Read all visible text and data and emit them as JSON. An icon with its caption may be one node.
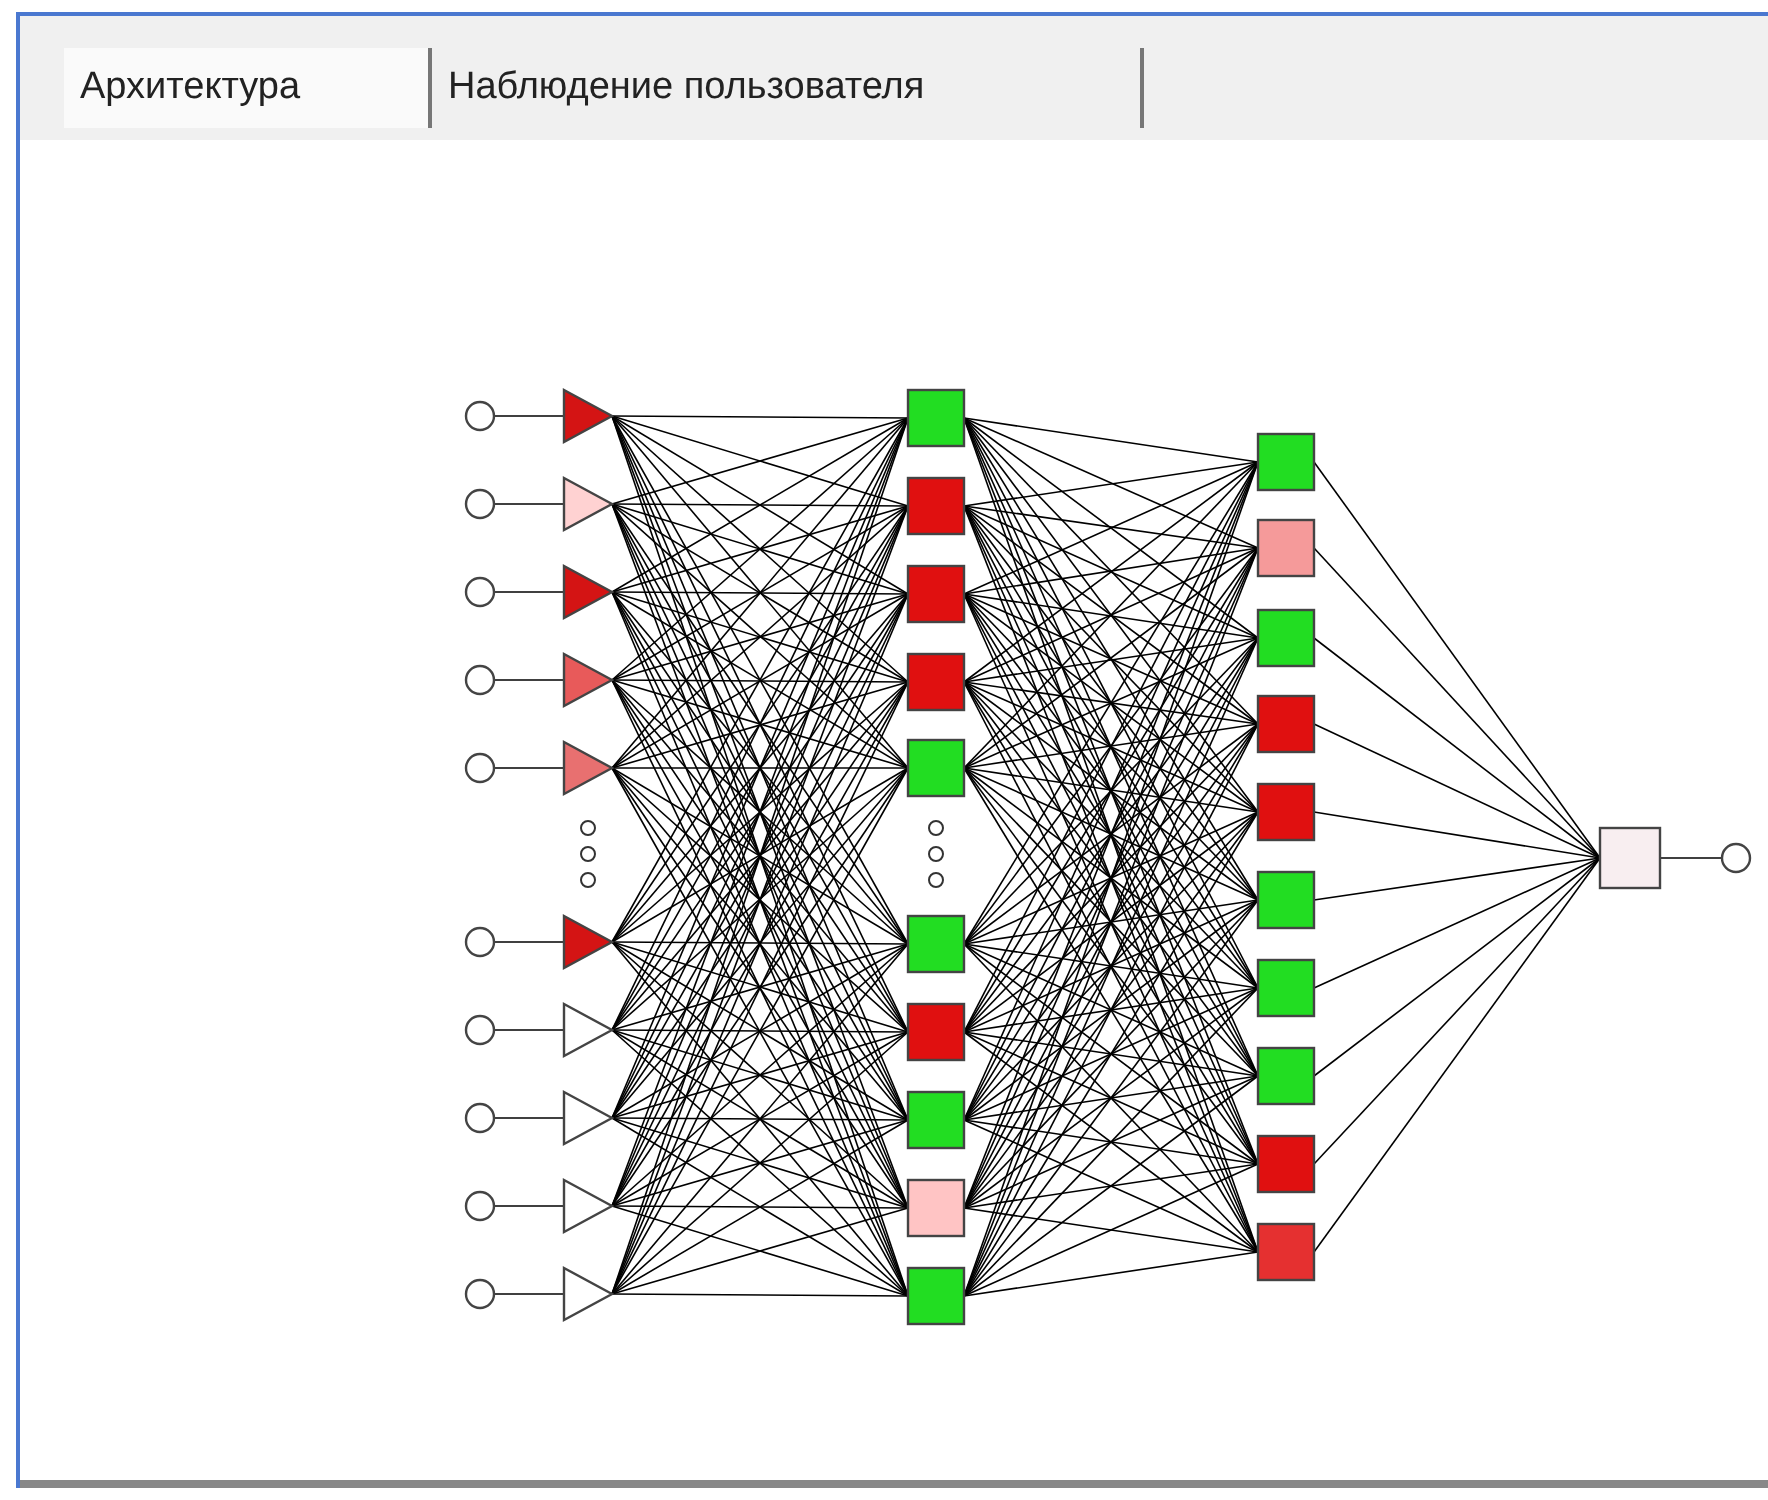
{
  "diagram": {
    "nodes": [
      {
        "text": [],
        "shape": "circle"
      },
      {
        "text": [],
        "shape": "circle"
      },
      {
        "text": [],
        "shape": "circle"
      },
      {
        "text": [],
        "shape": "circle"
      },
      {
        "text": [],
        "shape": "circle"
      },
      {
        "text": [],
        "shape": "circle"
      },
      {
        "text": [],
        "shape": "circle"
      },
      {
        "text": [],
        "shape": "circle"
      },
      {
        "text": [],
        "shape": "circle"
      },
      {
        "text": [],
        "shape": "circle"
      },
      {
        "text": [],
        "shape": "triangle"
      },
      {
        "text": [],
        "shape": "triangle"
      },
      {
        "text": [],
        "shape": "triangle"
      },
      {
        "text": [],
        "shape": "triangle"
      },
      {
        "text": [],
        "shape": "triangle"
      },
      {
        "text": [],
        "shape": "triangle"
      },
      {
        "text": [],
        "shape": "triangle"
      },
      {
        "text": [],
        "shape": "triangle"
      },
      {
        "text": [],
        "shape": "triangle"
      },
      {
        "text": [],
        "shape": "triangle"
      },
      {
        "text": [],
        "shape": "box"
      },
      {
        "text": [],
        "shape": "box"
      },
      {
        "text": [],
        "shape": "box"
      },
      {
        "text": [],
        "shape": "box"
      },
      {
        "text": [],
        "shape": "box"
      },
      {
        "text": [],
        "shape": "box"
      },
      {
        "text": [],
        "shape": "box"
      },
      {
        "text": [],
        "shape": "box"
      },
      {
        "text": [],
        "shape": "box"
      },
      {
        "text": [],
        "shape": "box"
      },
      {
        "text": [],
        "shape": "box"
      },
      {
        "text": [],
        "shape": "box"
      },
      {
        "text": [],
        "shape": "box"
      },
      {
        "text": [],
        "shape": "box"
      },
      {
        "text": [],
        "shape": "box"
      },
      {
        "text": [],
        "shape": "box"
      },
      {
        "text": [],
        "shape": "box"
      },
      {
        "text": [],
        "shape": "box"
      },
      {
        "text": [],
        "shape": "box"
      },
      {
        "text": [],
        "shape": "box"
      },
      {
        "text": [],
        "shape": "box"
      },
      {
        "text": [],
        "shape": "circle"
      }
    ],
    "edges": [
      {
        "from": 0,
        "to": 10,
        "arrow": "none"
      },
      {
        "from": 1,
        "to": 11,
        "arrow": "none"
      },
      {
        "from": 2,
        "to": 12,
        "arrow": "none"
      },
      {
        "from": 3,
        "to": 13,
        "arrow": "none"
      },
      {
        "from": 4,
        "to": 14,
        "arrow": "none"
      },
      {
        "from": 5,
        "to": 15,
        "arrow": "none"
      },
      {
        "from": 6,
        "to": 16,
        "arrow": "none"
      },
      {
        "from": 7,
        "to": 17,
        "arrow": "none"
      },
      {
        "from": 8,
        "to": 18,
        "arrow": "none"
      },
      {
        "from": 9,
        "to": 19,
        "arrow": "none"
      },
      {
        "from": 10,
        "to": 20,
        "arrow": "none"
      },
      {
        "from": 10,
        "to": 21,
        "arrow": "none"
      },
      {
        "from": 10,
        "to": 22,
        "arrow": "none"
      },
      {
        "from": 10,
        "to": 23,
        "arrow": "none"
      },
      {
        "from": 10,
        "to": 24,
        "arrow": "none"
      },
      {
        "from": 10,
        "to": 25,
        "arrow": "none"
      },
      {
        "from": 10,
        "to": 26,
        "arrow": "none"
      },
      {
        "from": 10,
        "to": 27,
        "arrow": "none"
      },
      {
        "from": 10,
        "to": 28,
        "arrow": "none"
      },
      {
        "from": 10,
        "to": 29,
        "arrow": "none"
      },
      {
        "from": 11,
        "to": 20,
        "arrow": "none"
      },
      {
        "from": 11,
        "to": 21,
        "arrow": "none"
      },
      {
        "from": 11,
        "to": 22,
        "arrow": "none"
      },
      {
        "from": 11,
        "to": 23,
        "arrow": "none"
      },
      {
        "from": 11,
        "to": 24,
        "arrow": "none"
      },
      {
        "from": 11,
        "to": 25,
        "arrow": "none"
      },
      {
        "from": 11,
        "to": 26,
        "arrow": "none"
      },
      {
        "from": 11,
        "to": 27,
        "arrow": "none"
      },
      {
        "from": 11,
        "to": 28,
        "arrow": "none"
      },
      {
        "from": 11,
        "to": 29,
        "arrow": "none"
      },
      {
        "from": 12,
        "to": 20,
        "arrow": "none"
      },
      {
        "from": 12,
        "to": 21,
        "arrow": "none"
      },
      {
        "from": 12,
        "to": 22,
        "arrow": "none"
      },
      {
        "from": 12,
        "to": 23,
        "arrow": "none"
      },
      {
        "from": 12,
        "to": 24,
        "arrow": "none"
      },
      {
        "from": 12,
        "to": 25,
        "arrow": "none"
      },
      {
        "from": 12,
        "to": 26,
        "arrow": "none"
      },
      {
        "from": 12,
        "to": 27,
        "arrow": "none"
      },
      {
        "from": 12,
        "to": 28,
        "arrow": "none"
      },
      {
        "from": 12,
        "to": 29,
        "arrow": "none"
      },
      {
        "from": 13,
        "to": 20,
        "arrow": "none"
      },
      {
        "from": 13,
        "to": 21,
        "arrow": "none"
      },
      {
        "from": 13,
        "to": 22,
        "arrow": "none"
      },
      {
        "from": 13,
        "to": 23,
        "arrow": "none"
      },
      {
        "from": 13,
        "to": 24,
        "arrow": "none"
      },
      {
        "from": 13,
        "to": 25,
        "arrow": "none"
      },
      {
        "from": 13,
        "to": 26,
        "arrow": "none"
      },
      {
        "from": 13,
        "to": 27,
        "arrow": "none"
      },
      {
        "from": 13,
        "to": 28,
        "arrow": "none"
      },
      {
        "from": 13,
        "to": 29,
        "arrow": "none"
      },
      {
        "from": 14,
        "to": 20,
        "arrow": "none"
      },
      {
        "from": 14,
        "to": 21,
        "arrow": "none"
      },
      {
        "from": 14,
        "to": 22,
        "arrow": "none"
      },
      {
        "from": 14,
        "to": 23,
        "arrow": "none"
      },
      {
        "from": 14,
        "to": 24,
        "arrow": "none"
      },
      {
        "from": 14,
        "to": 25,
        "arrow": "none"
      },
      {
        "from": 14,
        "to": 26,
        "arrow": "none"
      },
      {
        "from": 14,
        "to": 27,
        "arrow": "none"
      },
      {
        "from": 14,
        "to": 28,
        "arrow": "none"
      },
      {
        "from": 14,
        "to": 29,
        "arrow": "none"
      },
      {
        "from": 15,
        "to": 20,
        "arrow": "none"
      },
      {
        "from": 15,
        "to": 21,
        "arrow": "none"
      },
      {
        "from": 15,
        "to": 22,
        "arrow": "none"
      },
      {
        "from": 15,
        "to": 23,
        "arrow": "none"
      },
      {
        "from": 15,
        "to": 24,
        "arrow": "none"
      },
      {
        "from": 15,
        "to": 25,
        "arrow": "none"
      },
      {
        "from": 15,
        "to": 26,
        "arrow": "none"
      },
      {
        "from": 15,
        "to": 27,
        "arrow": "none"
      },
      {
        "from": 15,
        "to": 28,
        "arrow": "none"
      },
      {
        "from": 15,
        "to": 29,
        "arrow": "none"
      },
      {
        "from": 16,
        "to": 20,
        "arrow": "none"
      },
      {
        "from": 16,
        "to": 21,
        "arrow": "none"
      },
      {
        "from": 16,
        "to": 22,
        "arrow": "none"
      },
      {
        "from": 16,
        "to": 23,
        "arrow": "none"
      },
      {
        "from": 16,
        "to": 24,
        "arrow": "none"
      },
      {
        "from": 16,
        "to": 25,
        "arrow": "none"
      },
      {
        "from": 16,
        "to": 26,
        "arrow": "none"
      },
      {
        "from": 16,
        "to": 27,
        "arrow": "none"
      },
      {
        "from": 16,
        "to": 28,
        "arrow": "none"
      },
      {
        "from": 16,
        "to": 29,
        "arrow": "none"
      },
      {
        "from": 17,
        "to": 20,
        "arrow": "none"
      },
      {
        "from": 17,
        "to": 21,
        "arrow": "none"
      },
      {
        "from": 17,
        "to": 22,
        "arrow": "none"
      },
      {
        "from": 17,
        "to": 23,
        "arrow": "none"
      },
      {
        "from": 17,
        "to": 24,
        "arrow": "none"
      },
      {
        "from": 17,
        "to": 25,
        "arrow": "none"
      },
      {
        "from": 17,
        "to": 26,
        "arrow": "none"
      },
      {
        "from": 17,
        "to": 27,
        "arrow": "none"
      },
      {
        "from": 17,
        "to": 28,
        "arrow": "none"
      },
      {
        "from": 17,
        "to": 29,
        "arrow": "none"
      },
      {
        "from": 18,
        "to": 20,
        "arrow": "none"
      },
      {
        "from": 18,
        "to": 21,
        "arrow": "none"
      },
      {
        "from": 18,
        "to": 22,
        "arrow": "none"
      },
      {
        "from": 18,
        "to": 23,
        "arrow": "none"
      },
      {
        "from": 18,
        "to": 24,
        "arrow": "none"
      },
      {
        "from": 18,
        "to": 25,
        "arrow": "none"
      },
      {
        "from": 18,
        "to": 26,
        "arrow": "none"
      },
      {
        "from": 18,
        "to": 27,
        "arrow": "none"
      },
      {
        "from": 18,
        "to": 28,
        "arrow": "none"
      },
      {
        "from": 18,
        "to": 29,
        "arrow": "none"
      },
      {
        "from": 19,
        "to": 20,
        "arrow": "none"
      },
      {
        "from": 19,
        "to": 21,
        "arrow": "none"
      },
      {
        "from": 19,
        "to": 22,
        "arrow": "none"
      },
      {
        "from": 19,
        "to": 23,
        "arrow": "none"
      },
      {
        "from": 19,
        "to": 24,
        "arrow": "none"
      },
      {
        "from": 19,
        "to": 25,
        "arrow": "none"
      },
      {
        "from": 19,
        "to": 26,
        "arrow": "none"
      },
      {
        "from": 19,
        "to": 27,
        "arrow": "none"
      },
      {
        "from": 19,
        "to": 28,
        "arrow": "none"
      },
      {
        "from": 19,
        "to": 29,
        "arrow": "none"
      },
      {
        "from": 20,
        "to": 30,
        "arrow": "none"
      },
      {
        "from": 20,
        "to": 31,
        "arrow": "none"
      },
      {
        "from": 20,
        "to": 32,
        "arrow": "none"
      },
      {
        "from": 20,
        "to": 33,
        "arrow": "none"
      },
      {
        "from": 20,
        "to": 34,
        "arrow": "none"
      },
      {
        "from": 20,
        "to": 35,
        "arrow": "none"
      },
      {
        "from": 20,
        "to": 36,
        "arrow": "none"
      },
      {
        "from": 20,
        "to": 37,
        "arrow": "none"
      },
      {
        "from": 20,
        "to": 38,
        "arrow": "none"
      },
      {
        "from": 20,
        "to": 39,
        "arrow": "none"
      },
      {
        "from": 21,
        "to": 30,
        "arrow": "none"
      },
      {
        "from": 21,
        "to": 31,
        "arrow": "none"
      },
      {
        "from": 21,
        "to": 32,
        "arrow": "none"
      },
      {
        "from": 21,
        "to": 33,
        "arrow": "none"
      },
      {
        "from": 21,
        "to": 34,
        "arrow": "none"
      },
      {
        "from": 21,
        "to": 35,
        "arrow": "none"
      },
      {
        "from": 21,
        "to": 36,
        "arrow": "none"
      },
      {
        "from": 21,
        "to": 37,
        "arrow": "none"
      },
      {
        "from": 21,
        "to": 38,
        "arrow": "none"
      },
      {
        "from": 21,
        "to": 39,
        "arrow": "none"
      },
      {
        "from": 22,
        "to": 30,
        "arrow": "none"
      },
      {
        "from": 22,
        "to": 31,
        "arrow": "none"
      },
      {
        "from": 22,
        "to": 32,
        "arrow": "none"
      },
      {
        "from": 22,
        "to": 33,
        "arrow": "none"
      },
      {
        "from": 22,
        "to": 34,
        "arrow": "none"
      },
      {
        "from": 22,
        "to": 35,
        "arrow": "none"
      },
      {
        "from": 22,
        "to": 36,
        "arrow": "none"
      },
      {
        "from": 22,
        "to": 37,
        "arrow": "none"
      },
      {
        "from": 22,
        "to": 38,
        "arrow": "none"
      },
      {
        "from": 22,
        "to": 39,
        "arrow": "none"
      },
      {
        "from": 23,
        "to": 30,
        "arrow": "none"
      },
      {
        "from": 23,
        "to": 31,
        "arrow": "none"
      },
      {
        "from": 23,
        "to": 32,
        "arrow": "none"
      },
      {
        "from": 23,
        "to": 33,
        "arrow": "none"
      },
      {
        "from": 23,
        "to": 34,
        "arrow": "none"
      },
      {
        "from": 23,
        "to": 35,
        "arrow": "none"
      },
      {
        "from": 23,
        "to": 36,
        "arrow": "none"
      },
      {
        "from": 23,
        "to": 37,
        "arrow": "none"
      },
      {
        "from": 23,
        "to": 38,
        "arrow": "none"
      },
      {
        "from": 23,
        "to": 39,
        "arrow": "none"
      },
      {
        "from": 24,
        "to": 30,
        "arrow": "none"
      },
      {
        "from": 24,
        "to": 31,
        "arrow": "none"
      },
      {
        "from": 24,
        "to": 32,
        "arrow": "none"
      },
      {
        "from": 24,
        "to": 33,
        "arrow": "none"
      },
      {
        "from": 24,
        "to": 34,
        "arrow": "none"
      },
      {
        "from": 24,
        "to": 35,
        "arrow": "none"
      },
      {
        "from": 24,
        "to": 36,
        "arrow": "none"
      },
      {
        "from": 24,
        "to": 37,
        "arrow": "none"
      },
      {
        "from": 24,
        "to": 38,
        "arrow": "none"
      },
      {
        "from": 24,
        "to": 39,
        "arrow": "none"
      },
      {
        "from": 25,
        "to": 30,
        "arrow": "none"
      },
      {
        "from": 25,
        "to": 31,
        "arrow": "none"
      },
      {
        "from": 25,
        "to": 32,
        "arrow": "none"
      },
      {
        "from": 25,
        "to": 33,
        "arrow": "none"
      },
      {
        "from": 25,
        "to": 34,
        "arrow": "none"
      },
      {
        "from": 25,
        "to": 35,
        "arrow": "none"
      },
      {
        "from": 25,
        "to": 36,
        "arrow": "none"
      },
      {
        "from": 25,
        "to": 37,
        "arrow": "none"
      },
      {
        "from": 25,
        "to": 38,
        "arrow": "none"
      },
      {
        "from": 25,
        "to": 39,
        "arrow": "none"
      },
      {
        "from": 26,
        "to": 30,
        "arrow": "none"
      },
      {
        "from": 26,
        "to": 31,
        "arrow": "none"
      },
      {
        "from": 26,
        "to": 32,
        "arrow": "none"
      },
      {
        "from": 26,
        "to": 33,
        "arrow": "none"
      },
      {
        "from": 26,
        "to": 34,
        "arrow": "none"
      },
      {
        "from": 26,
        "to": 35,
        "arrow": "none"
      },
      {
        "from": 26,
        "to": 36,
        "arrow": "none"
      },
      {
        "from": 26,
        "to": 37,
        "arrow": "none"
      },
      {
        "from": 26,
        "to": 38,
        "arrow": "none"
      },
      {
        "from": 26,
        "to": 39,
        "arrow": "none"
      },
      {
        "from": 27,
        "to": 30,
        "arrow": "none"
      },
      {
        "from": 27,
        "to": 31,
        "arrow": "none"
      },
      {
        "from": 27,
        "to": 32,
        "arrow": "none"
      },
      {
        "from": 27,
        "to": 33,
        "arrow": "none"
      },
      {
        "from": 27,
        "to": 34,
        "arrow": "none"
      },
      {
        "from": 27,
        "to": 35,
        "arrow": "none"
      },
      {
        "from": 27,
        "to": 36,
        "arrow": "none"
      },
      {
        "from": 27,
        "to": 37,
        "arrow": "none"
      },
      {
        "from": 27,
        "to": 38,
        "arrow": "none"
      },
      {
        "from": 27,
        "to": 39,
        "arrow": "none"
      },
      {
        "from": 28,
        "to": 30,
        "arrow": "none"
      },
      {
        "from": 28,
        "to": 31,
        "arrow": "none"
      },
      {
        "from": 28,
        "to": 32,
        "arrow": "none"
      },
      {
        "from": 28,
        "to": 33,
        "arrow": "none"
      },
      {
        "from": 28,
        "to": 34,
        "arrow": "none"
      },
      {
        "from": 28,
        "to": 35,
        "arrow": "none"
      },
      {
        "from": 28,
        "to": 36,
        "arrow": "none"
      },
      {
        "from": 28,
        "to": 37,
        "arrow": "none"
      },
      {
        "from": 28,
        "to": 38,
        "arrow": "none"
      },
      {
        "from": 28,
        "to": 39,
        "arrow": "none"
      },
      {
        "from": 29,
        "to": 30,
        "arrow": "none"
      },
      {
        "from": 29,
        "to": 31,
        "arrow": "none"
      },
      {
        "from": 29,
        "to": 32,
        "arrow": "none"
      },
      {
        "from": 29,
        "to": 33,
        "arrow": "none"
      },
      {
        "from": 29,
        "to": 34,
        "arrow": "none"
      },
      {
        "from": 29,
        "to": 35,
        "arrow": "none"
      },
      {
        "from": 29,
        "to": 36,
        "arrow": "none"
      },
      {
        "from": 29,
        "to": 37,
        "arrow": "none"
      },
      {
        "from": 29,
        "to": 38,
        "arrow": "none"
      },
      {
        "from": 29,
        "to": 39,
        "arrow": "none"
      },
      {
        "from": 30,
        "to": 40,
        "arrow": "none"
      },
      {
        "from": 31,
        "to": 40,
        "arrow": "none"
      },
      {
        "from": 32,
        "to": 40,
        "arrow": "none"
      },
      {
        "from": 33,
        "to": 40,
        "arrow": "none"
      },
      {
        "from": 34,
        "to": 40,
        "arrow": "none"
      },
      {
        "from": 35,
        "to": 40,
        "arrow": "none"
      },
      {
        "from": 36,
        "to": 40,
        "arrow": "none"
      },
      {
        "from": 37,
        "to": 40,
        "arrow": "none"
      },
      {
        "from": 38,
        "to": 40,
        "arrow": "none"
      },
      {
        "from": 39,
        "to": 40,
        "arrow": "none"
      },
      {
        "from": 40,
        "to": 41,
        "arrow": "none"
      }
    ],
    "labels": [
      "Архитектура",
      "Наблюдение пользователя"
    ]
  }
}
